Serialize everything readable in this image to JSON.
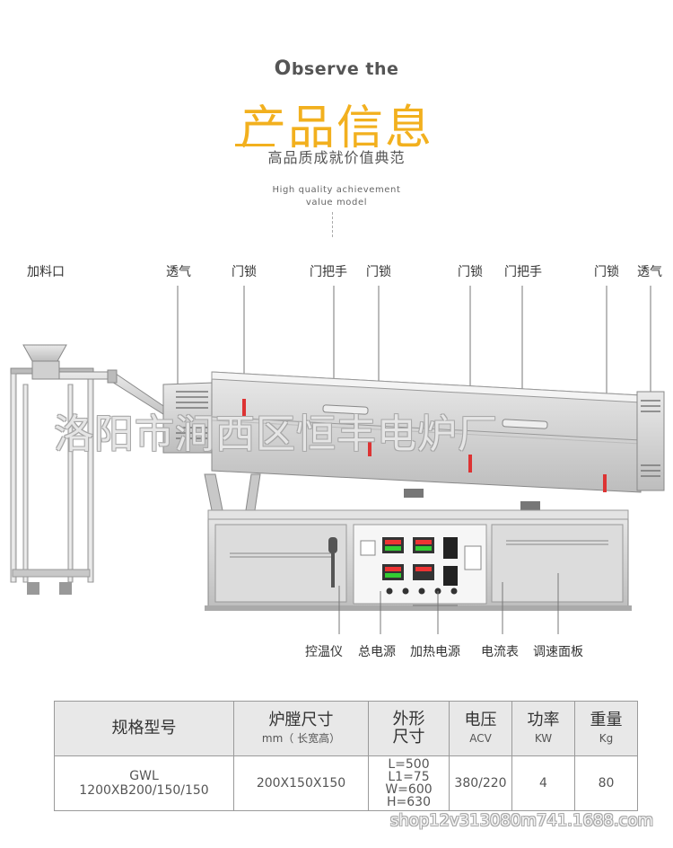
{
  "header": {
    "observe_first": "O",
    "observe_rest": "bserve the",
    "title": "产品信息",
    "subtitle": "高品质成就价值典范",
    "english_line1": "High quality achievement",
    "english_line2": "value model"
  },
  "callouts_top": [
    "加料口",
    "透气",
    "门锁",
    "门把手",
    "门锁",
    "门锁",
    "门把手",
    "门锁",
    "透气"
  ],
  "callouts_bottom": [
    "控温仪",
    "总电源",
    "加热电源",
    "电流表",
    "调速面板"
  ],
  "watermark": "洛阳市涧西区恒丰电炉厂",
  "url": "shop12v313080m741.1688.com",
  "colors": {
    "accent": "#f2b01e",
    "steel": "#c9c9c9",
    "header_bg": "#e8e8e8"
  },
  "spec_table": {
    "headers": [
      {
        "main": "规格型号",
        "sub": ""
      },
      {
        "main": "炉膛尺寸",
        "sub": "mm（ 长宽高）"
      },
      {
        "main": "外形\n尺寸",
        "sub": ""
      },
      {
        "main": "电压",
        "sub": "ACV"
      },
      {
        "main": "功率",
        "sub": "KW"
      },
      {
        "main": "重量",
        "sub": "Kg"
      }
    ],
    "row": {
      "model_line1": "GWL",
      "model_line2": "1200XB200/150/150",
      "chamber": "200X150X150",
      "dims": [
        "L=500",
        "L1=75",
        "W=600",
        "H=630"
      ],
      "voltage": "380/220",
      "power": "4",
      "weight": "80"
    }
  }
}
